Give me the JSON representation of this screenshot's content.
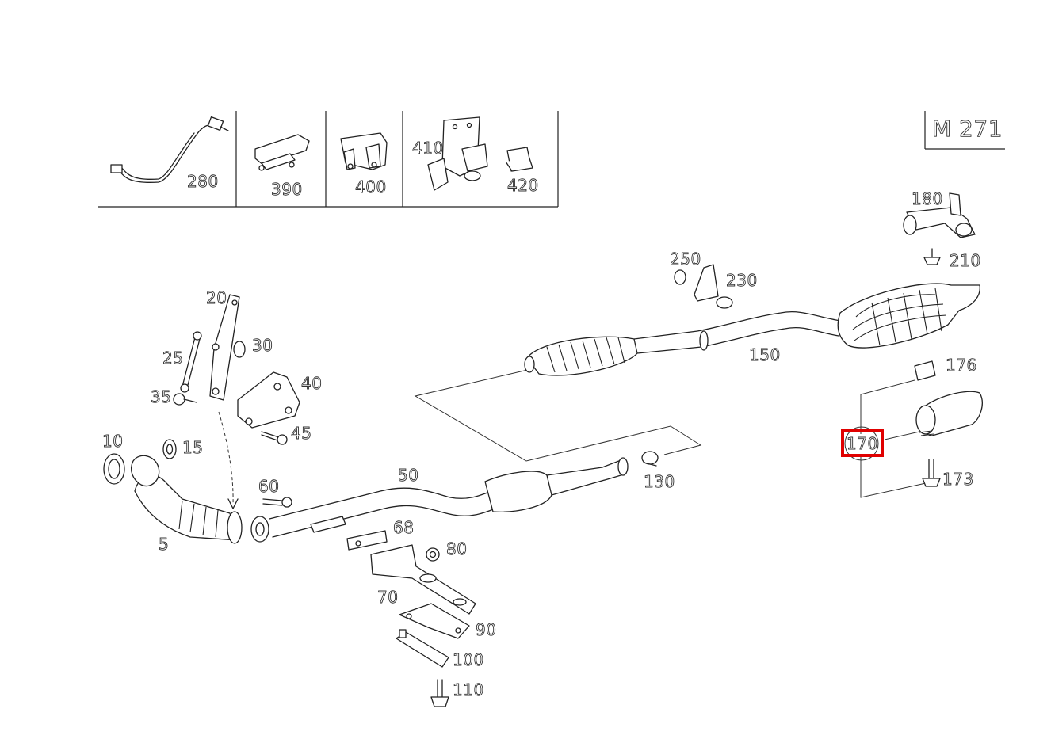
{
  "engine_code": "M 271",
  "labels": {
    "p5": "5",
    "p10": "10",
    "p15": "15",
    "p20": "20",
    "p25": "25",
    "p30": "30",
    "p35": "35",
    "p40": "40",
    "p45": "45",
    "p50": "50",
    "p60": "60",
    "p68": "68",
    "p70": "70",
    "p80": "80",
    "p90": "90",
    "p100": "100",
    "p110": "110",
    "p130": "130",
    "p150": "150",
    "p170": "170",
    "p173": "173",
    "p176": "176",
    "p180": "180",
    "p210": "210",
    "p230": "230",
    "p250": "250",
    "p280": "280",
    "p390": "390",
    "p400": "400",
    "p410": "410",
    "p420": "420"
  },
  "highlighted_part": "170",
  "colors": {
    "highlight": "#e00000",
    "line": "#222222",
    "background": "#ffffff"
  }
}
